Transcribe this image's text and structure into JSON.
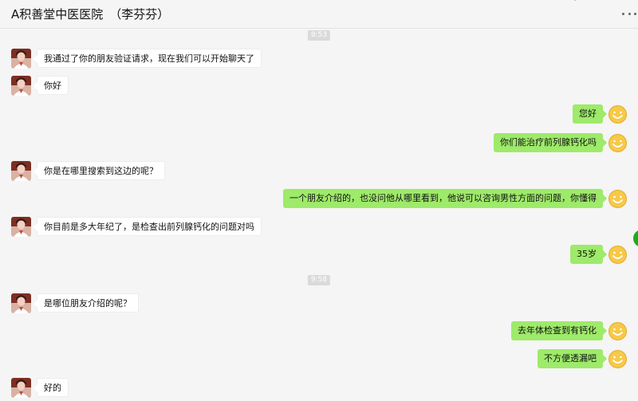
{
  "header": {
    "title": "A积善堂中医医院",
    "subtitle": "（李芬芬）",
    "more_icon": "more-dots-icon"
  },
  "timestamps": [
    "9:53",
    "9:58"
  ],
  "messages": [
    {
      "side": "left",
      "text": "我通过了你的朋友验证请求，现在我们可以开始聊天了"
    },
    {
      "side": "left",
      "text": "你好"
    },
    {
      "side": "right",
      "text": "您好"
    },
    {
      "side": "right",
      "text": "你们能治疗前列腺钙化吗"
    },
    {
      "side": "left",
      "text": "你是在哪里搜索到这边的呢？"
    },
    {
      "side": "right",
      "text": "一个朋友介绍的，也没问他从哪里看到，他说可以咨询男性方面的问题，你懂得"
    },
    {
      "side": "left",
      "text": "你目前是多大年纪了，是检查出前列腺钙化的问题对吗"
    },
    {
      "side": "right",
      "text": "35岁"
    },
    {
      "side": "left",
      "text": "是哪位朋友介绍的呢？"
    },
    {
      "side": "right",
      "text": "去年体检查到有钙化"
    },
    {
      "side": "right",
      "text": "不方便透漏吧"
    },
    {
      "side": "left",
      "text": "好的"
    }
  ],
  "avatars": {
    "contact": "doctor-avatar",
    "self": "smiley-avatar"
  },
  "colors": {
    "outgoing_bubble": "#9eea6a",
    "incoming_bubble": "#ffffff",
    "background": "#f5f5f5",
    "smiley": "#f7c948"
  }
}
